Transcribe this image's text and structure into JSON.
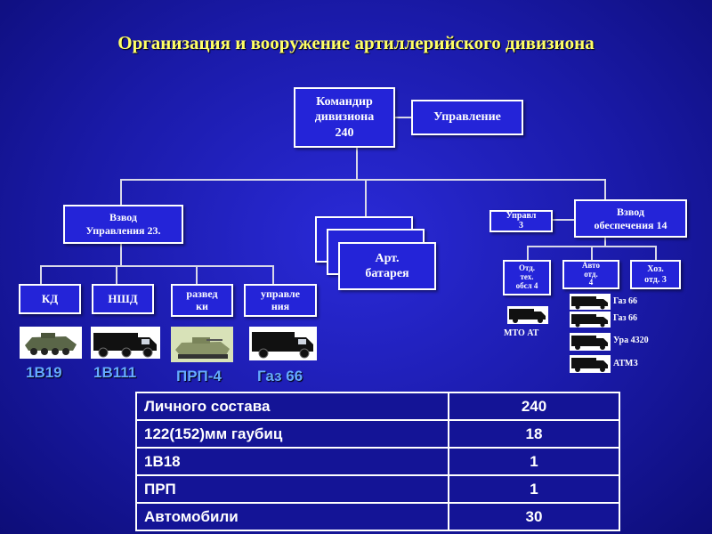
{
  "title": "Организация и вооружение  артиллерийского дивизиона",
  "commander": {
    "line1": "Командир",
    "line2": "дивизиона",
    "line3": "240"
  },
  "management": "Управление",
  "control_platoon": {
    "line1": "Взвод",
    "line2": "Управления 23."
  },
  "battery": {
    "line1": "Арт.",
    "line2": "батарея"
  },
  "mgmt_small": {
    "line1": "Управл",
    "line2": "3"
  },
  "support_platoon": {
    "line1": "Взвод",
    "line2": "обеспечения 14"
  },
  "sub_units": {
    "kd": "КД",
    "nshd": "НШД",
    "recon": {
      "line1": "развед",
      "line2": "ки"
    },
    "control": {
      "line1": "управле",
      "line2": "ния"
    }
  },
  "support_units": {
    "tech": {
      "line1": "Отд.",
      "line2": "тех.",
      "line3": "обсл 4"
    },
    "auto": {
      "line1": "Авто",
      "line2": "отд.",
      "line3": "4"
    },
    "hoz": {
      "line1": "Хоз.",
      "line2": "отд. 3"
    }
  },
  "vehicle_labels": [
    "1В19",
    "1В111",
    "ПРП-4",
    "Газ 66"
  ],
  "support_vehicles": {
    "mto": "МТО АТ",
    "gaz1": "Газ 66",
    "gaz2": "Газ 66",
    "ural": "Ура 4320",
    "atmz": "АТМЗ"
  },
  "table": [
    {
      "label": "Личного состава",
      "value": "240"
    },
    {
      "label": "122(152)мм гаубиц",
      "value": "18"
    },
    {
      "label": "1В18",
      "value": "1"
    },
    {
      "label": "ПРП",
      "value": "1"
    },
    {
      "label": "Автомобили",
      "value": "30"
    }
  ],
  "colors": {
    "title": "#ffff66",
    "box": "#2424d8",
    "vehicle_label": "#66aaff",
    "background": "#1a1aa8"
  }
}
